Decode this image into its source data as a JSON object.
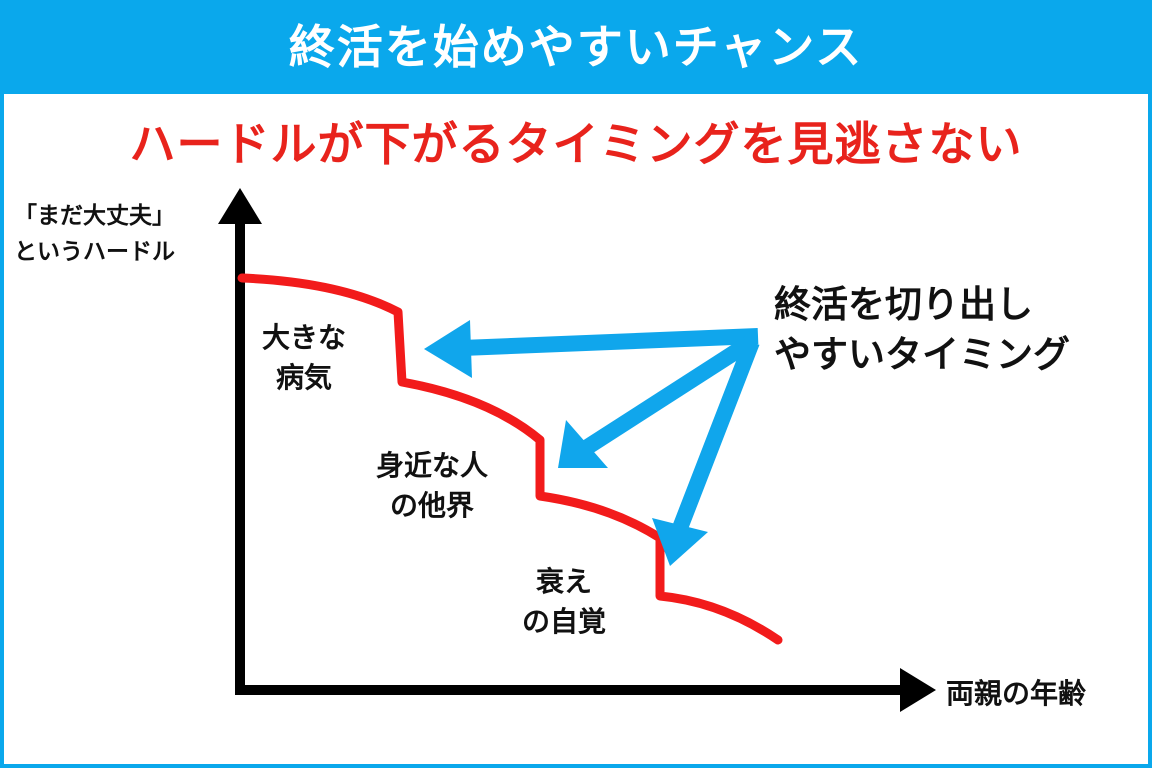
{
  "header": {
    "title": "終活を始めやすいチャンス"
  },
  "subtitle": "ハードルが下がるタイミングを見逃さない",
  "axes": {
    "y_label_line1": "「まだ大丈夫」",
    "y_label_line2": "というハードル",
    "x_label": "両親の年齢"
  },
  "callout": {
    "line1": "終活を切り出し",
    "line2": "やすいタイミング"
  },
  "stages": [
    {
      "line1": "大きな",
      "line2": "病気"
    },
    {
      "line1": "身近な人",
      "line2": "の他界"
    },
    {
      "line1": "衰え",
      "line2": "の自覚"
    }
  ],
  "colors": {
    "header_bg": "#0aa8ec",
    "subtitle_text": "#e8231c",
    "hurdle_curve": "#f21b1b",
    "arrows": "#10a6ec",
    "axes": "#000000"
  }
}
